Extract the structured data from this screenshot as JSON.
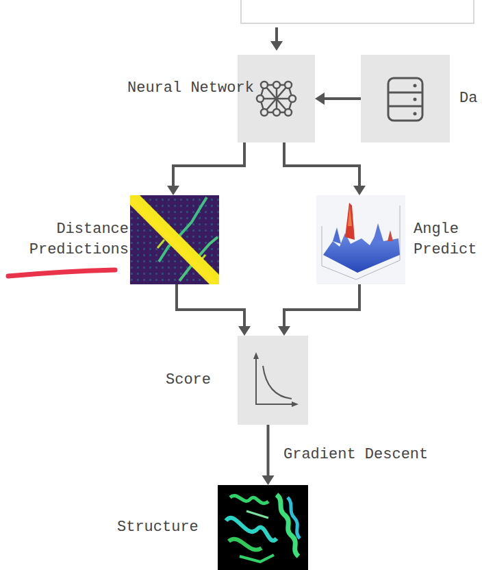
{
  "diagram": {
    "nodes": [
      {
        "text": [
          "Neural Network"
        ]
      },
      {
        "text": [
          "Da"
        ]
      },
      {
        "text": [
          "Distance Predictions"
        ]
      },
      {
        "text": [
          "Angle Predict"
        ]
      },
      {
        "text": [
          "Score"
        ]
      },
      {
        "text": [
          "Structure"
        ]
      }
    ],
    "edges": [
      {
        "from": 1,
        "to": 0,
        "arrow": "to"
      },
      {
        "from": 0,
        "to": 2,
        "arrow": "to"
      },
      {
        "from": 0,
        "to": 3,
        "arrow": "to"
      },
      {
        "from": 2,
        "to": 4,
        "arrow": "to"
      },
      {
        "from": 3,
        "to": 4,
        "arrow": "to"
      },
      {
        "from": 4,
        "to": 5,
        "arrow": "to",
        "label": "Gradient Descent"
      }
    ]
  }
}
